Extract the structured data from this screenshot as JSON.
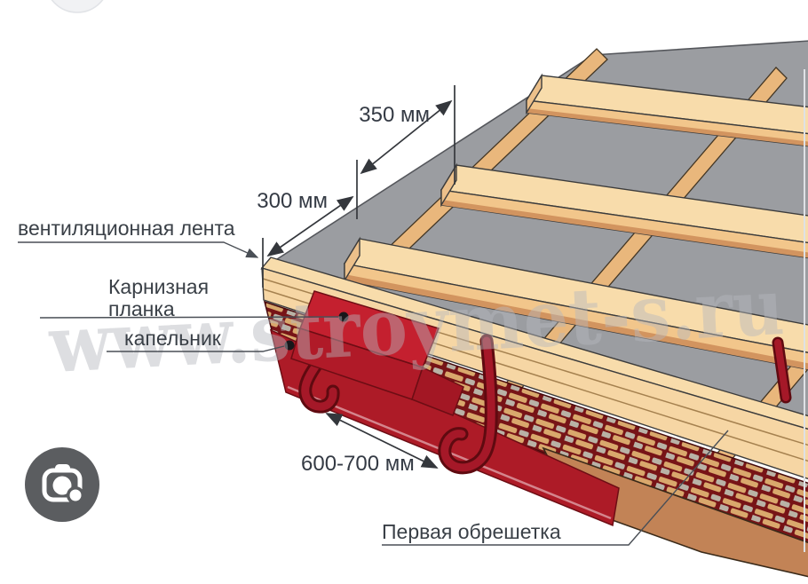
{
  "watermark": {
    "text": "www.stroymet-s.ru"
  },
  "diagram": {
    "labels": {
      "ventilation_tape": "вентиляционная лента",
      "eaves_strip_line1": "Карнизная",
      "eaves_strip_line2": "планка",
      "drip_edge": "капельник",
      "first_batten": "Первая обрешетка"
    },
    "dimensions": {
      "upper_batten_spacing": "350 мм",
      "lower_batten_spacing": "300 мм",
      "hook_spacing": "600-700 мм"
    },
    "colors": {
      "membrane_gray": "#9b9da1",
      "batten_top_wood": "#f8dcab",
      "batten_front_wood": "#f2c68b",
      "counter_batten_wood": "#e9b77c",
      "first_batten_brown": "#c28356",
      "flashing_red": "#c4202f",
      "drip_red": "#ad1b27",
      "hook_red": "#a51828",
      "tape_maroon": "#771417",
      "tape_dash_tan": "#d9a86c",
      "tape_dash_gray": "#b9b2a6",
      "label_text": "#3a4047",
      "dimension_lines": "#34373c",
      "lens_button_gray": "#5b5d60"
    }
  },
  "controls": {
    "lens_button_icon": "camera-lens-icon",
    "top_partial_button": "partial-circle-button"
  }
}
